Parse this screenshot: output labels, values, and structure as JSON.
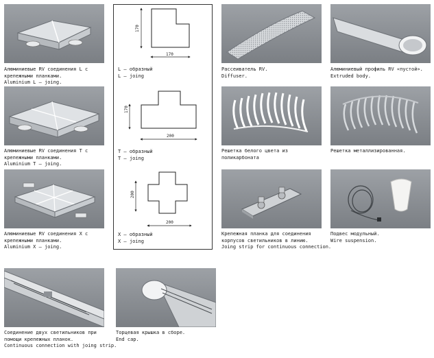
{
  "items": [
    {
      "id": "l-joint",
      "lines": [
        "Алюминиевые RV соединения L с",
        "крепежными планками.",
        "Aluminium L – joing."
      ]
    },
    {
      "id": "diffuser",
      "lines": [
        "Рассеиватель RV.",
        "Diffuser."
      ]
    },
    {
      "id": "extruded",
      "lines": [
        "Алюминиевый профиль RV «пустой».",
        "Extruded body."
      ]
    },
    {
      "id": "t-joint",
      "lines": [
        "Алюминиевые RV соединения Т с",
        "крепежными планками.",
        "Aluminium T – joing."
      ]
    },
    {
      "id": "white-grid",
      "lines": [
        "Решетка белого цвета из",
        "поликарбоната"
      ]
    },
    {
      "id": "metal-grid",
      "lines": [
        "Решетка металлизированная."
      ]
    },
    {
      "id": "x-joint",
      "lines": [
        "Алюминиевые RV соединения Х с",
        "крепежными планками.",
        "Aluminium X – joing."
      ]
    },
    {
      "id": "joint-strip",
      "lines": [
        "Крепежная планка для соединения",
        "корпусов светильников в линию.",
        "Joing strip for continuous connection."
      ]
    },
    {
      "id": "wire-suspension",
      "lines": [
        "Подвес модульный.",
        "Wire suspension."
      ]
    },
    {
      "id": "continuous",
      "lines": [
        "Соединение двух светильников при",
        "помощи крепежных планок.",
        "Continuous connection with joing strip."
      ]
    },
    {
      "id": "end-cap",
      "lines": [
        "Торцевая крышка в сборе.",
        "End cap."
      ]
    }
  ],
  "drawings": {
    "l": {
      "lines": [
        "L – образный",
        "L – joing"
      ],
      "dim_v": "170",
      "dim_h": "170"
    },
    "t": {
      "lines": [
        "T – образный",
        "T – joing"
      ],
      "dim_v": "170",
      "dim_h": "200"
    },
    "x": {
      "lines": [
        "X – образный",
        "X – joing"
      ],
      "dim_v": "200",
      "dim_h": "200"
    }
  }
}
